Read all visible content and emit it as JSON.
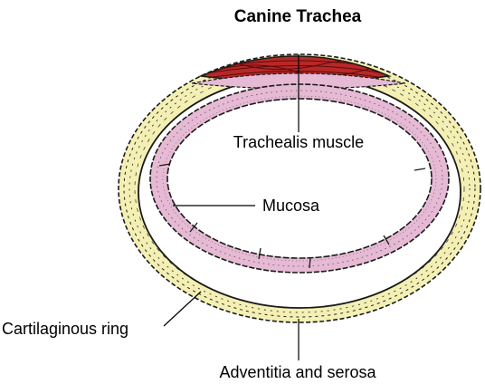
{
  "title": "Canine Trachea",
  "labels": {
    "trachealis": "Trachealis muscle",
    "mucosa": "Mucosa",
    "cartilage": "Cartilaginous ring",
    "adventitia": "Adventitia and serosa"
  },
  "colors": {
    "adventitia_fill": "#f4f0b4",
    "cartilage_fill": "#ffffff",
    "mucosa_fill": "#e6b9d4",
    "muscle_fill": "#b82828",
    "outline": "#1a1a1a",
    "lumen": "#ffffff"
  }
}
